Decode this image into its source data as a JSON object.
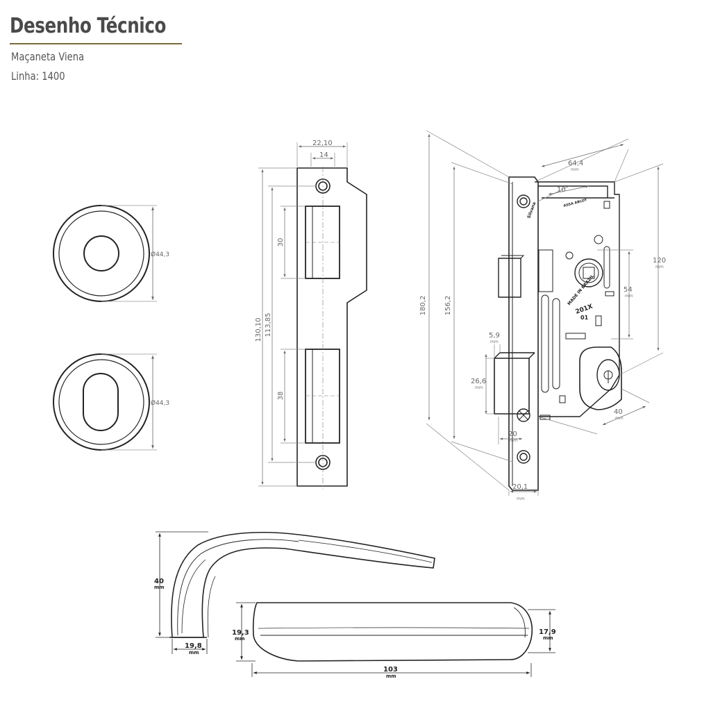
{
  "header": {
    "title": "Desenho Técnico",
    "subtitle": "Maçaneta Viena",
    "line": "Linha: 1400"
  },
  "rosettes": {
    "round_diameter": "Ø44,3",
    "oval_diameter": "Ø44,3"
  },
  "strike_plate": {
    "width_total": "22,10",
    "width_inner": "14",
    "height_total": "130,10",
    "height_holes": "113,85",
    "upper_slot": "30",
    "lower_slot": "38"
  },
  "lock_body": {
    "depth": "64,4",
    "backset": "10",
    "height_total": "180,2",
    "height_faceplate": "156,2",
    "height_case": "120",
    "center_distance": "54",
    "latch_projection": "5,9",
    "latch_height": "26,6",
    "cylinder_backset": "40",
    "bolt_offset": "20",
    "faceplate_width": "20,1",
    "unit": "mm",
    "brand_text": "Silvana",
    "maker_text": "ASSA ABLOY",
    "model_text": "201X",
    "model_sub": "01",
    "origin_text": "MADE IN BRAZIL"
  },
  "handle": {
    "height": "40",
    "base_width": "19,8",
    "lever_height": "19,3",
    "lever_tip": "17,9",
    "length": "103",
    "unit": "mm"
  }
}
